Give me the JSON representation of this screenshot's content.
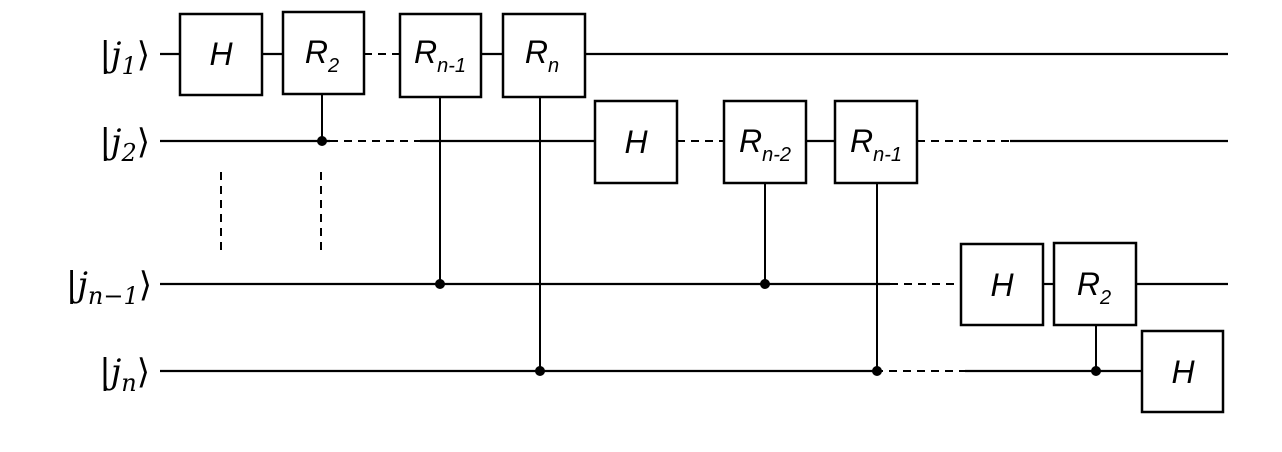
{
  "qubits": [
    {
      "ket_name": "j",
      "ket_sub": "1"
    },
    {
      "ket_name": "j",
      "ket_sub": "2"
    },
    {
      "ket_name": "j",
      "ket_sub": "n−1"
    },
    {
      "ket_name": "j",
      "ket_sub": "n"
    }
  ],
  "ket_open": "|",
  "ket_close": "⟩",
  "gates": [
    {
      "base": "H",
      "sub": ""
    },
    {
      "base": "R",
      "sub": "2"
    },
    {
      "base": "R",
      "sub": "n-1"
    },
    {
      "base": "R",
      "sub": "n"
    },
    {
      "base": "H",
      "sub": ""
    },
    {
      "base": "R",
      "sub": "n-2"
    },
    {
      "base": "R",
      "sub": "n-1"
    },
    {
      "base": "H",
      "sub": ""
    },
    {
      "base": "R",
      "sub": "2"
    },
    {
      "base": "H",
      "sub": ""
    }
  ]
}
